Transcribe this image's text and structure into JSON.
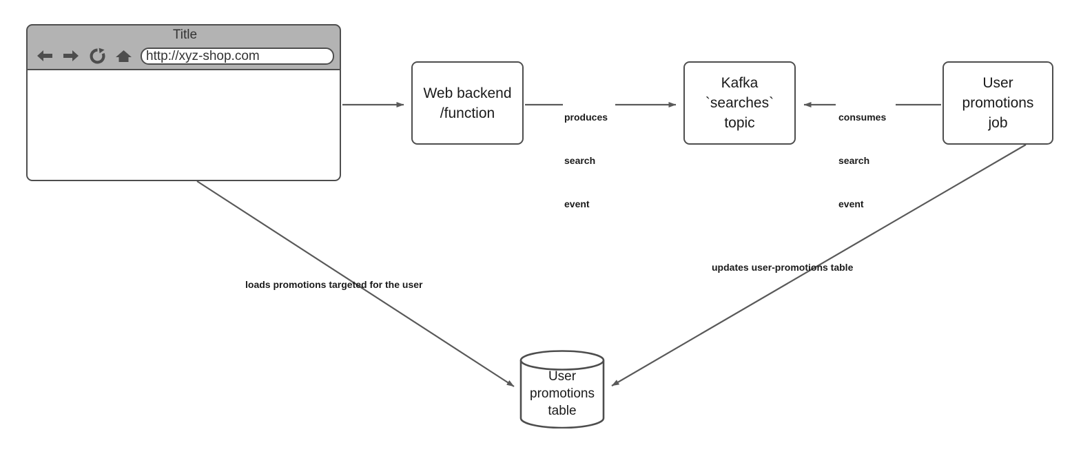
{
  "diagram": {
    "type": "flow-diagram",
    "background": "#ffffff",
    "stroke_color": "#4d4d4d",
    "text_color": "#1a1a1a",
    "chrome_color": "#b3b3b3"
  },
  "browser": {
    "name": "browser-window",
    "title": "Title",
    "url": "http://xyz-shop.com",
    "url_placeholder": "http://xyz-shop.com",
    "nav_icons": [
      {
        "name": "back-arrow-icon",
        "label": "Back"
      },
      {
        "name": "forward-arrow-icon",
        "label": "Forward"
      },
      {
        "name": "reload-icon",
        "label": "Reload"
      },
      {
        "name": "home-icon",
        "label": "Home"
      }
    ],
    "viewport_content": ""
  },
  "nodes": [
    {
      "id": "web-backend",
      "line1": "Web backend",
      "line2": "/function",
      "line3": "",
      "shape": "rounded-rect"
    },
    {
      "id": "kafka-topic",
      "line1": "Kafka",
      "line2": "`searches`",
      "line3": "topic",
      "shape": "rounded-rect"
    },
    {
      "id": "promotions-job",
      "line1": "User",
      "line2": "promotions",
      "line3": "job",
      "shape": "rounded-rect"
    },
    {
      "id": "promotions-table",
      "line1": "User",
      "line2": "promotions",
      "line3": "table",
      "shape": "cylinder"
    }
  ],
  "edges": [
    {
      "id": "browser-to-backend",
      "from": "browser-window",
      "to": "web-backend",
      "label": "",
      "arrow": "end"
    },
    {
      "id": "backend-to-kafka",
      "from": "web-backend",
      "to": "kafka-topic",
      "label_line1": "produces",
      "label_line2": "search",
      "label_line3": "event",
      "arrow": "end"
    },
    {
      "id": "job-to-kafka",
      "from": "promotions-job",
      "to": "kafka-topic",
      "label_line1": "consumes",
      "label_line2": "search",
      "label_line3": "event",
      "arrow": "end"
    },
    {
      "id": "browser-to-table",
      "from": "browser-window",
      "to": "promotions-table",
      "label": "loads promotions targeted for the user",
      "arrow": "end"
    },
    {
      "id": "job-to-table",
      "from": "promotions-job",
      "to": "promotions-table",
      "label": "updates user-promotions table",
      "arrow": "end"
    }
  ]
}
